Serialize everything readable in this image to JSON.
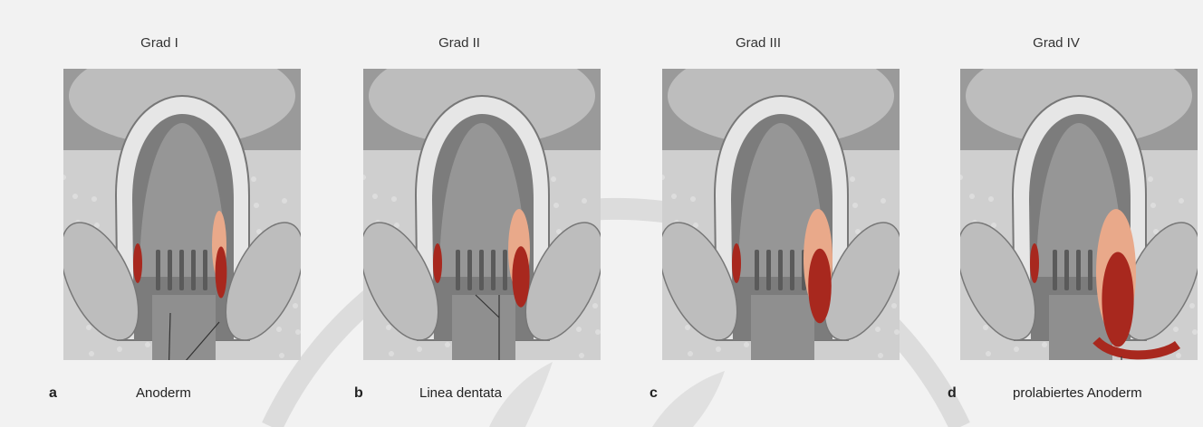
{
  "panels": [
    {
      "letter": "a",
      "grade": "Grad I",
      "label": "Anoderm"
    },
    {
      "letter": "b",
      "grade": "Grad II",
      "label": "Linea dentata"
    },
    {
      "letter": "c",
      "grade": "Grad III",
      "label": ""
    },
    {
      "letter": "d",
      "grade": "Grad IV",
      "label": "prolabiertes Anoderm"
    }
  ],
  "colors": {
    "background": "#f2f2f2",
    "tissue": "#d6d6d6",
    "lumen": "#8a8a8a",
    "hemorrhoid": "#a8281e",
    "hemorrhoid_light": "#e9a98a",
    "watermark": "#d9d9d9"
  }
}
